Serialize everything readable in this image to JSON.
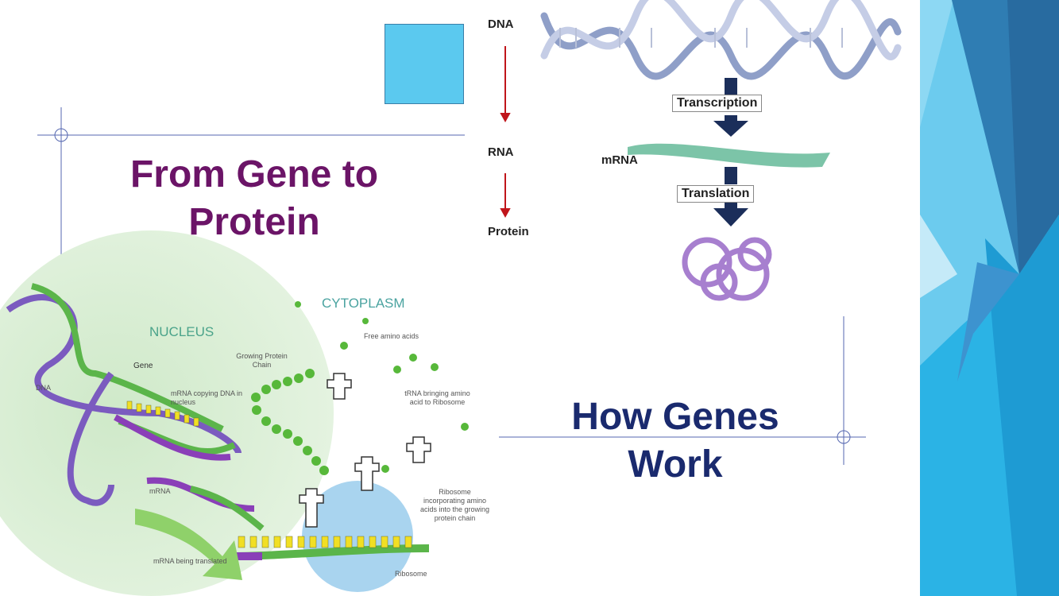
{
  "slide": {
    "title_left": "From Gene to Protein",
    "title_right": "How Genes Work",
    "colors": {
      "title_left": "#6b1467",
      "title_right": "#1a2a6e",
      "square": "#5bc9ef",
      "accent_line": "#5567b0"
    }
  },
  "flow_diagram": {
    "steps": [
      "DNA",
      "RNA",
      "Protein"
    ],
    "process_labels": [
      "Transcription",
      "Translation"
    ],
    "mrna_label": "mRNA"
  },
  "cell_diagram": {
    "regions": [
      "NUCLEUS",
      "CYTOPLASM"
    ],
    "labels": {
      "dna": "DNA",
      "gene": "Gene",
      "mrna_copying": "mRNA copying DNA in nucleus",
      "growing_chain": "Growing Protein Chain",
      "free_amino": "Free amino acids",
      "trna": "tRNA bringing amino acid to Ribosome",
      "mrna": "mRNA",
      "ribosome_incorporating": "Ribosome incorporating amino acids into the growing protein chain",
      "mrna_translated": "mRNA being translated",
      "ribosome": "Ribosome"
    }
  }
}
